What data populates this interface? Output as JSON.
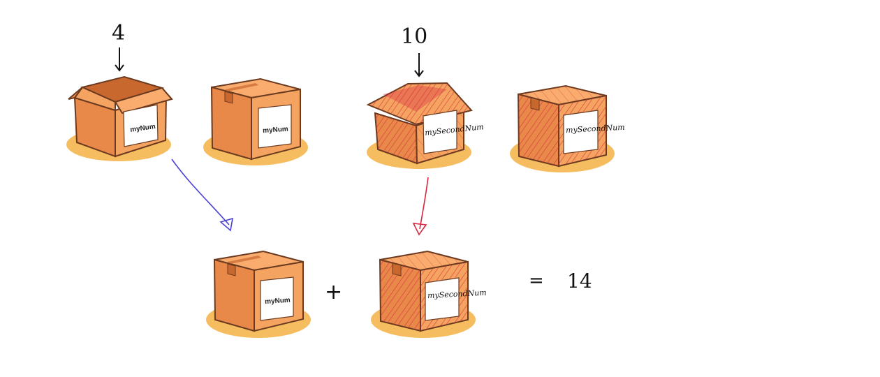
{
  "top_row": {
    "value_a": "4",
    "value_b": "10",
    "box_a_open_label": "myNum",
    "box_a_closed_label": "myNum",
    "box_b_open_label": "mySecondNum",
    "box_b_closed_label": "mySecondNum"
  },
  "bottom_row": {
    "box_a_label": "myNum",
    "plus": "+",
    "box_b_label": "mySecondNum",
    "equals": "=",
    "result": "14"
  },
  "colors": {
    "box_fill": "#f4a460",
    "box_side": "#e8894a",
    "box_stroke": "#6b3a1f",
    "shadow": "#f5bd5f",
    "scribble": "#d8263e",
    "arrow_blue": "#4a3fd4",
    "arrow_red": "#d8263e"
  }
}
